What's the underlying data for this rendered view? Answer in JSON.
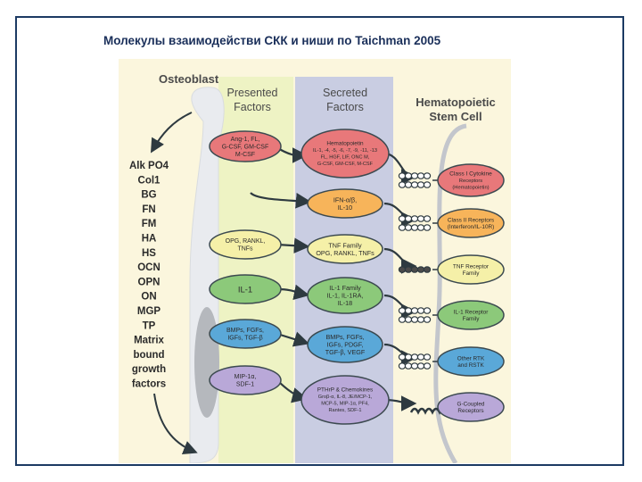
{
  "slide_title": "Молекулы взаимодействи СКК и ниши по Taichman 2005",
  "figure": {
    "osteoblast_label": "Osteoblast",
    "presented_header": [
      "Presented",
      "Factors"
    ],
    "secreted_header": [
      "Secreted",
      "Factors"
    ],
    "hsc_header": [
      "Hematopoietic",
      "Stem Cell"
    ],
    "matrix_factors": [
      "Alk PO4",
      "Col1",
      "BG",
      "FN",
      "FM",
      "HA",
      "HS",
      "OCN",
      "OPN",
      "ON",
      "MGP",
      "TP",
      "Matrix",
      "bound",
      "growth",
      "factors"
    ],
    "presented": [
      {
        "lines": [
          "Ang-1, FL,",
          "G-CSF, GM-CSF",
          "M-CSF"
        ],
        "color": "#e8787a"
      },
      {
        "lines": [
          "OPG, RANKL,",
          "TNFs"
        ],
        "color": "#f5f0a8"
      },
      {
        "lines": [
          "IL-1"
        ],
        "color": "#8cc97a"
      },
      {
        "lines": [
          "BMPs, FGFs,",
          "IGFs, TGF-β"
        ],
        "color": "#5aa8d8"
      },
      {
        "lines": [
          "MIP-1α,",
          "SDF-1"
        ],
        "color": "#b9a8d8"
      }
    ],
    "secreted": [
      {
        "lines": [
          "Hematopoietin",
          "IL-1, -4, -5, -6, -7, -9, -11, -13",
          "FL, HGF, LIF, ONC M,",
          "G-CSF, GM-CSF, M-CSF"
        ],
        "color": "#e8787a"
      },
      {
        "lines": [
          "IFN-α/β,",
          "IL-10"
        ],
        "color": "#f7b45a"
      },
      {
        "lines": [
          "TNF Family",
          "OPG, RANKL, TNFs"
        ],
        "color": "#f5f0a8"
      },
      {
        "lines": [
          "IL-1 Family",
          "IL-1, IL-1RA,",
          "IL-18"
        ],
        "color": "#8cc97a"
      },
      {
        "lines": [
          "BMPs, FGFs,",
          "IGFs, PDGF,",
          "TGF-β, VEGF"
        ],
        "color": "#5aa8d8"
      },
      {
        "lines": [
          "PTHrP & Chemokines",
          "Groβ-α, IL-8, JE/MCP-1,",
          "MCP-5, MIP-1α, PF4,",
          "Rantes, SDF-1"
        ],
        "color": "#b9a8d8"
      }
    ],
    "receptors": [
      {
        "lines": [
          "Class I Cytokine",
          "Receptors",
          "(Hematopoietin)"
        ],
        "color": "#e8787a"
      },
      {
        "lines": [
          "Class II Receptors",
          "(Interferon/IL-10R)"
        ],
        "color": "#f7b45a"
      },
      {
        "lines": [
          "TNF Receptor",
          "Family"
        ],
        "color": "#f5f0a8"
      },
      {
        "lines": [
          "IL-1 Receptor",
          "Family"
        ],
        "color": "#8cc97a"
      },
      {
        "lines": [
          "Other RTK",
          "and RSTK"
        ],
        "color": "#5aa8d8"
      },
      {
        "lines": [
          "G-Coupled",
          "Receptors"
        ],
        "color": "#b9a8d8"
      }
    ]
  }
}
